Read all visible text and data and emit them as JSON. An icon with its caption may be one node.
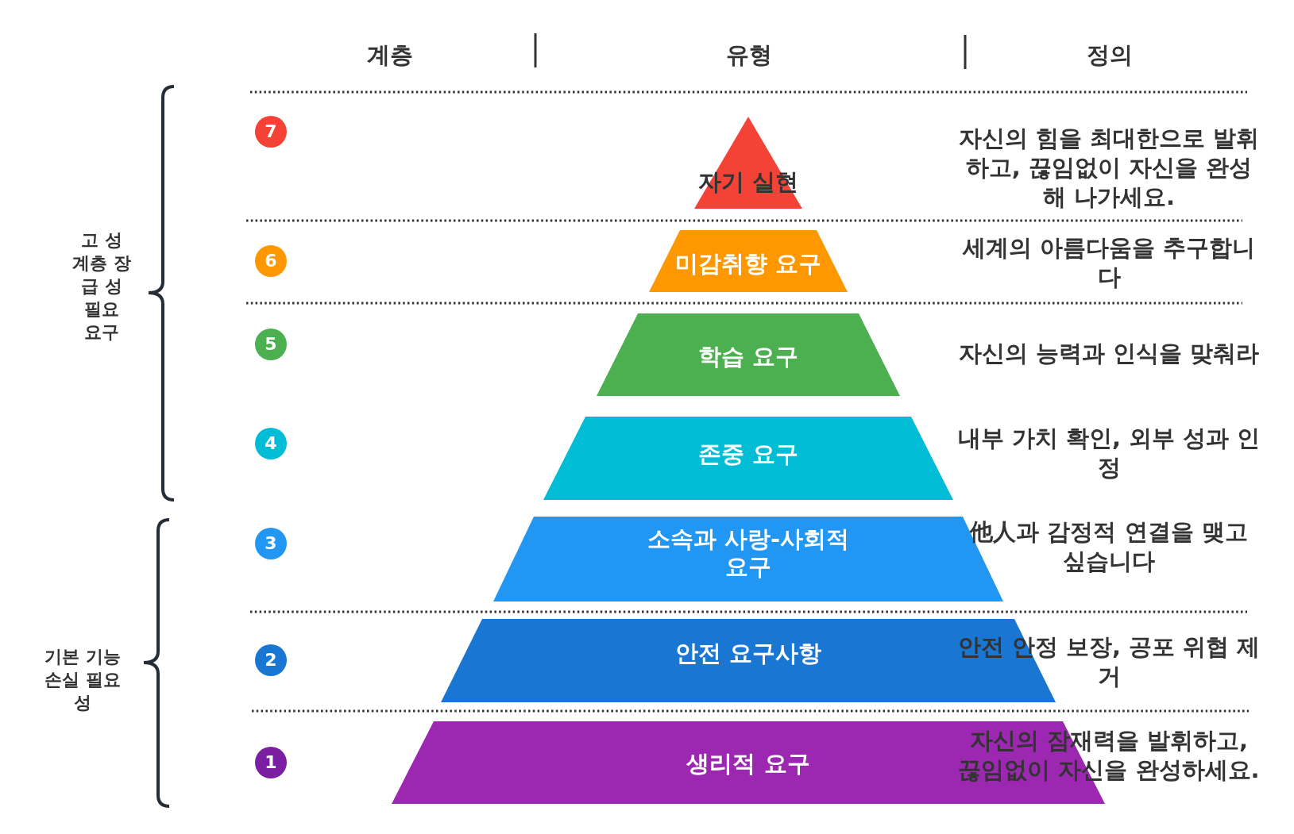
{
  "diagram": {
    "nodes": [
      {
        "text": [
          "7"
        ]
      },
      {
        "text": [
          "자기 실현"
        ]
      },
      {
        "text": [
          "6"
        ]
      },
      {
        "text": [
          "미감취향 요구"
        ]
      },
      {
        "text": [
          "5"
        ]
      },
      {
        "text": [
          "학습 요구"
        ]
      },
      {
        "text": [
          "4"
        ]
      },
      {
        "text": [
          "존중 요구"
        ]
      },
      {
        "text": [
          "3"
        ]
      },
      {
        "text": [
          "소속과 사랑-사회적 요구"
        ]
      },
      {
        "text": [
          "2"
        ]
      },
      {
        "text": [
          "안전 요구사항"
        ]
      },
      {
        "text": [
          "1"
        ]
      },
      {
        "text": [
          "생리적 요구"
        ]
      }
    ],
    "labels": [
      "계층",
      "유형",
      "정의",
      "자신의 힘을 최대한으로 발휘하고, 끊임없이 자신을 완성해 나가세요.",
      "세계의 아름다움을 추구합니다",
      "자신의 능력과 인식을 맞춰라",
      "내부 가치 확인, 외부 성과 인정",
      "他人과 감정적 연결을 맺고 싶습니다",
      "안전 안정 보장, 공포 위협 제거",
      "자신의 잠재력을 발휘하고, 끊임없이 자신을 완성하세요.",
      "고 성 계층 장 급 성 필요 요구",
      "기본 기능 손실 필요성"
    ]
  }
}
